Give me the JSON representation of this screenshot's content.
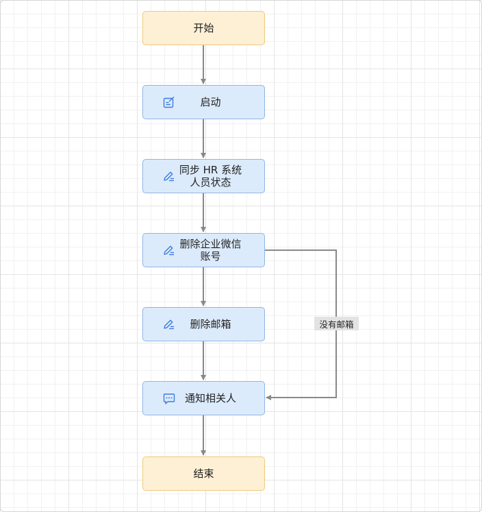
{
  "diagram": {
    "type": "flowchart",
    "nodes": [
      {
        "id": "start",
        "label": "开始",
        "kind": "terminal",
        "icon": null
      },
      {
        "id": "launch",
        "label": "启动",
        "kind": "task",
        "icon": "form-edit-icon"
      },
      {
        "id": "sync",
        "label": "同步 HR 系统\n人员状态",
        "kind": "task",
        "icon": "pencil-icon"
      },
      {
        "id": "delete_wecom",
        "label": "删除企业微信\n账号",
        "kind": "task",
        "icon": "pencil-icon"
      },
      {
        "id": "delete_mail",
        "label": "删除邮箱",
        "kind": "task",
        "icon": "pencil-icon"
      },
      {
        "id": "notify",
        "label": "通知相关人",
        "kind": "task",
        "icon": "chat-bubble-icon"
      },
      {
        "id": "end",
        "label": "结束",
        "kind": "terminal",
        "icon": null
      }
    ],
    "edges": [
      {
        "from": "start",
        "to": "launch",
        "label": ""
      },
      {
        "from": "launch",
        "to": "sync",
        "label": ""
      },
      {
        "from": "sync",
        "to": "delete_wecom",
        "label": ""
      },
      {
        "from": "delete_wecom",
        "to": "delete_mail",
        "label": ""
      },
      {
        "from": "delete_mail",
        "to": "notify",
        "label": ""
      },
      {
        "from": "delete_wecom",
        "to": "notify",
        "label": "没有邮箱"
      },
      {
        "from": "notify",
        "to": "end",
        "label": ""
      }
    ]
  },
  "colors": {
    "terminal_fill": "#fdf0d5",
    "terminal_border": "#f0c97a",
    "task_fill": "#dcebfb",
    "task_border": "#8fb5e6",
    "icon": "#3b7be0",
    "edge": "#888888"
  }
}
